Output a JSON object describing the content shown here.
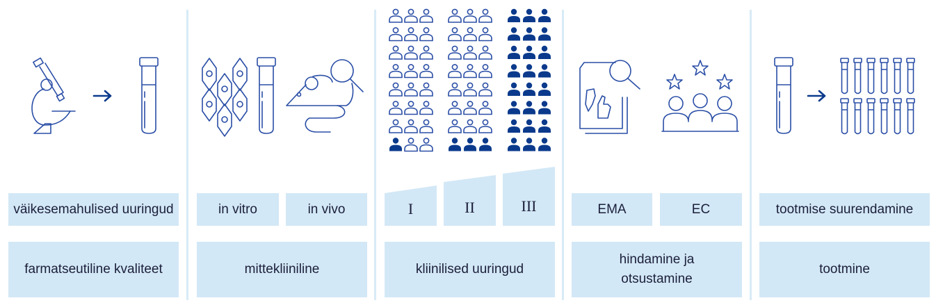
{
  "colors": {
    "box": "#d3e8f6",
    "icon": "#2a4ea6",
    "icon_filled": "#0b3a8c",
    "divider": "#d8ebf7"
  },
  "stages": [
    {
      "stage": "farmatseutiline kvaliteet",
      "substeps": [
        "väikesemahulised uuringud"
      ],
      "icons": [
        "microscope-icon",
        "arrow-right-icon",
        "test-tube-icon"
      ]
    },
    {
      "stage": "mittekliiniline",
      "substeps": [
        "in vitro",
        "in vivo"
      ],
      "icons": [
        "cells-icon",
        "test-tube-icon",
        "mouse-magnifier-icon"
      ]
    },
    {
      "stage": "kliinilised uuringud",
      "substeps": [
        "I",
        "II",
        "III"
      ],
      "icons": [
        "people-grid-icon"
      ],
      "phase_participants": [
        {
          "phase": "I",
          "filled": 1,
          "total": 24
        },
        {
          "phase": "II",
          "filled": 3,
          "total": 24
        },
        {
          "phase": "III",
          "filled": 24,
          "total": 24
        }
      ]
    },
    {
      "stage": "hindamine ja otsustamine",
      "substeps": [
        "EMA",
        "EC"
      ],
      "icons": [
        "document-review-icon",
        "committee-stars-icon"
      ]
    },
    {
      "stage": "tootmine",
      "substeps": [
        "tootmise suurendamine"
      ],
      "icons": [
        "test-tube-icon",
        "arrow-right-icon",
        "test-tubes-icon"
      ]
    }
  ]
}
